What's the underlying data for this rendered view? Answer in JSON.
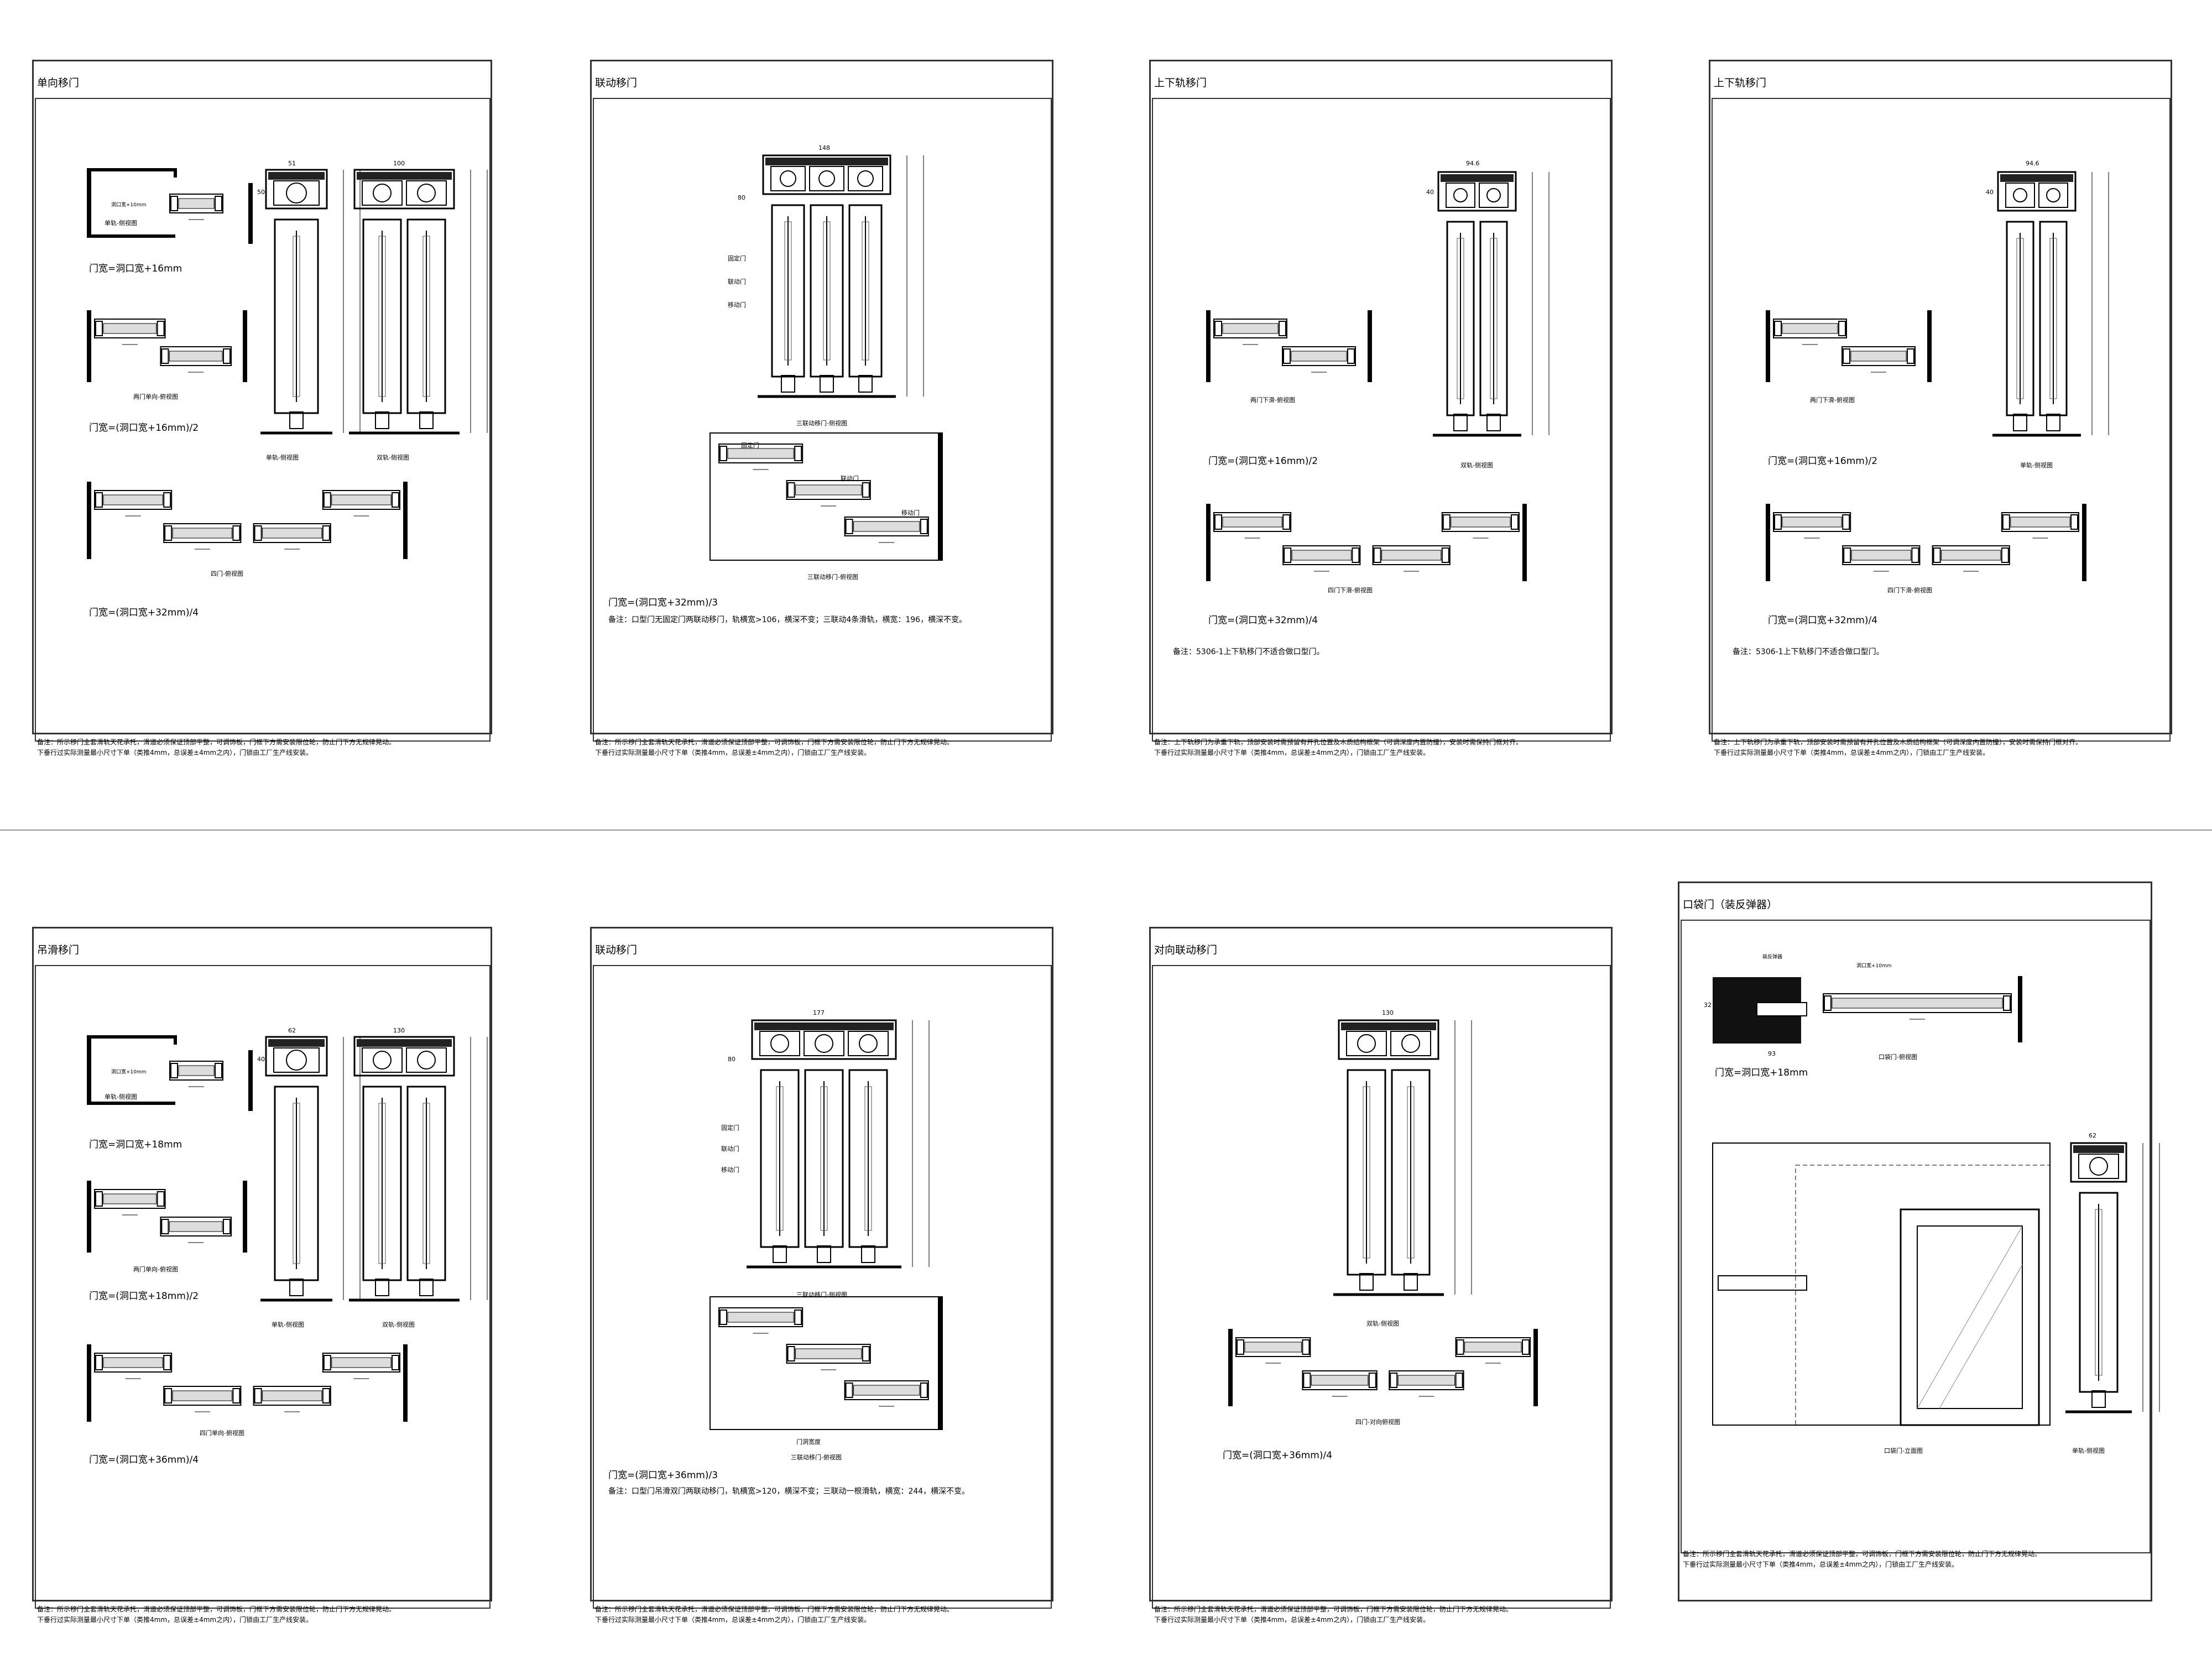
{
  "sheets": [
    {
      "title": "单向移门",
      "formulas": [
        "门宽=洞口宽+16mm",
        "门宽=(洞口宽+16mm)/2",
        "门宽=(洞口宽+32mm)/4"
      ],
      "notes": [],
      "captions": [
        "单轨-侧视图",
        "双轨-侧视图",
        "两门单向-俯视图",
        "四门-俯视图"
      ],
      "dims": [
        "51",
        "100",
        "50"
      ],
      "callouts": [
        "洞口宽+10mm"
      ],
      "footer": [
        "备注：所示移门全套滑轨天花承托，滑道必须保证顶部平整，可调饰板，门框下方需安装限位轮，防止门下方无规律晃动。",
        "下垂行过实际测量最小尺寸下单（类推4mm，总误差±4mm之内），门锁由工厂生产线安装。"
      ]
    },
    {
      "title": "联动移门",
      "formulas": [
        "门宽=(洞口宽+32mm)/3"
      ],
      "notes": [
        "备注：口型门无固定门两联动移门，轨横宽>106，横深不变；三联动4条滑轨，横宽：196，横深不变。"
      ],
      "captions": [
        "三联动移门-侧视图",
        "三联动移门-俯视图"
      ],
      "dims": [
        "148",
        "80"
      ],
      "callouts": [
        "固定门",
        "联动门",
        "移动门"
      ],
      "footer": [
        "备注：所示移门全套滑轨天花承托，滑道必须保证顶部平整，可调饰板，门框下方需安装限位轮，防止门下方无规律晃动。",
        "下垂行过实际测量最小尺寸下单（类推4mm，总误差±4mm之内），门锁由工厂生产线安装。"
      ]
    },
    {
      "title": "上下轨移门",
      "formulas": [
        "门宽=(洞口宽+16mm)/2",
        "门宽=(洞口宽+32mm)/4"
      ],
      "notes": [
        "备注：5306-1上下轨移门不适合做口型门。"
      ],
      "captions": [
        "两门下滑-俯视图",
        "双轨-侧视图",
        "四门下滑-俯视图"
      ],
      "dims": [
        "94.6",
        "40"
      ],
      "callouts": [],
      "footer": [
        "备注：上下轨移门为承重下轨，顶部安装时需预留有开孔位置及木质结构框架（可调深度内置防撞），安装时需保持门框对齐。",
        "下垂行过实际测量最小尺寸下单（类推4mm，总误差±4mm之内），门锁由工厂生产线安装。"
      ]
    },
    {
      "title": "上下轨移门",
      "formulas": [
        "门宽=(洞口宽+16mm)/2",
        "门宽=(洞口宽+32mm)/4"
      ],
      "notes": [
        "备注：5306-1上下轨移门不适合做口型门。"
      ],
      "captions": [
        "两门下滑-俯视图",
        "单轨-侧视图",
        "四门下滑-俯视图"
      ],
      "dims": [
        "94.6",
        "40"
      ],
      "callouts": [],
      "footer": [
        "备注：上下轨移门为承重下轨，顶部安装时需预留有开孔位置及木质结构框架（可调深度内置防撞），安装时需保持门框对齐。",
        "下垂行过实际测量最小尺寸下单（类推4mm，总误差±4mm之内），门锁由工厂生产线安装。"
      ]
    },
    {
      "title": "吊滑移门",
      "formulas": [
        "门宽=洞口宽+18mm",
        "门宽=(洞口宽+18mm)/2",
        "门宽=(洞口宽+36mm)/4"
      ],
      "notes": [],
      "captions": [
        "单轨-侧视图",
        "双轨-侧视图",
        "两门单向-俯视图",
        "四门单向-俯视图"
      ],
      "dims": [
        "62",
        "130",
        "40"
      ],
      "callouts": [
        "洞口宽+10mm"
      ],
      "footer": [
        "备注：所示移门全套滑轨天花承托，滑道必须保证顶部平整，可调饰板，门框下方需安装限位轮，防止门下方无规律晃动。",
        "下垂行过实际测量最小尺寸下单（类推4mm，总误差±4mm之内），门锁由工厂生产线安装。"
      ]
    },
    {
      "title": "联动移门",
      "formulas": [
        "门宽=(洞口宽+36mm)/3"
      ],
      "notes": [
        "备注：口型门吊滑双门两联动移门，轨横宽>120，横深不变；三联动一根滑轨，横宽：244，横深不变。"
      ],
      "captions": [
        "三联动移门-侧视图",
        "三联动移门-俯视图"
      ],
      "dims": [
        "177",
        "80"
      ],
      "callouts": [
        "固定门",
        "联动门",
        "移动门",
        "门洞宽度"
      ],
      "footer": [
        "备注：所示移门全套滑轨天花承托，滑道必须保证顶部平整，可调饰板，门框下方需安装限位轮，防止门下方无规律晃动。",
        "下垂行过实际测量最小尺寸下单（类推4mm，总误差±4mm之内），门锁由工厂生产线安装。"
      ]
    },
    {
      "title": "对向联动移门",
      "formulas": [
        "门宽=(洞口宽+36mm)/4"
      ],
      "notes": [],
      "captions": [
        "双轨-侧视图",
        "四门-对向俯视图"
      ],
      "dims": [
        "130"
      ],
      "callouts": [],
      "footer": [
        "备注：所示移门全套滑轨天花承托，滑道必须保证顶部平整，可调饰板，门框下方需安装限位轮，防止门下方无规律晃动。",
        "下垂行过实际测量最小尺寸下单（类推4mm，总误差±4mm之内），门锁由工厂生产线安装。"
      ]
    },
    {
      "title": "口袋门（装反弹器）",
      "formulas": [
        "门宽=洞口宽+18mm"
      ],
      "notes": [],
      "captions": [
        "口袋门-俯视图",
        "口袋门-立面图",
        "单轨-侧视图"
      ],
      "dims": [
        "62",
        "93",
        "32"
      ],
      "callouts": [
        "装反弹器",
        "洞口宽+10mm"
      ],
      "footer": [
        "备注：所示移门全套滑轨天花承托，滑道必须保证顶部平整，可调饰板，门框下方需安装限位轮，防止门下方无规律晃动。",
        "下垂行过实际测量最小尺寸下单（类推4mm，总误差±4mm之内），门锁由工厂生产线安装。"
      ]
    }
  ]
}
